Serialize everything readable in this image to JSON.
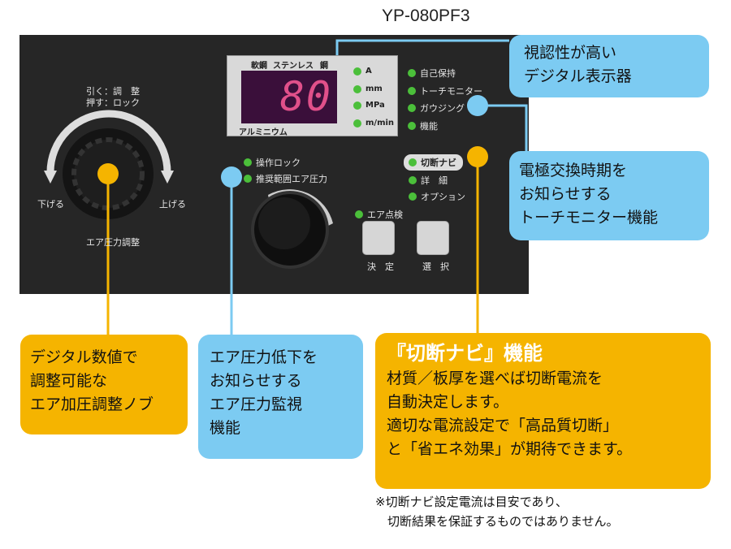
{
  "model": "YP-080PF3",
  "panel": {
    "knob_top": [
      "引く：調　整",
      "押す：ロック"
    ],
    "knob_down": "下げる",
    "knob_up": "上げる",
    "knob_label": "エア圧力調整",
    "display": {
      "materials_top": [
        "軟鋼",
        "ステンレス",
        "鋼"
      ],
      "material_bottom": "アルミニウム",
      "value": "80",
      "units": [
        "A",
        "mm",
        "MPa",
        "m/min"
      ]
    },
    "modes": [
      "自己保持",
      "トーチモニター",
      "ガウジング",
      "機能"
    ],
    "lock_leds": [
      "操作ロック",
      "推奨範囲エア圧力"
    ],
    "navi_leds": [
      "切断ナビ",
      "詳　細",
      "オプション"
    ],
    "air_check": "エア点検",
    "buttons": [
      "決　定",
      "選　択"
    ]
  },
  "callouts": {
    "display": [
      "視認性が高い",
      "デジタル表示器"
    ],
    "torch": [
      "電極交換時期を",
      "お知らせする",
      "トーチモニター機能"
    ],
    "knob": [
      "デジタル数値で",
      "調整可能な",
      "エア加圧調整ノブ"
    ],
    "pressure": [
      "エア圧力低下を",
      "お知らせする",
      "エア圧力監視",
      "機能"
    ],
    "navi_title": "『切断ナビ』機能",
    "navi": [
      "材質／板厚を選べば切断電流を",
      "自動決定します。",
      "適切な電流設定で「高品質切断」",
      "と「省エネ効果」が期待できます。"
    ]
  },
  "note": [
    "※切断ナビ設定電流は目安であり、",
    "　切断結果を保証するものではありません。"
  ],
  "colors": {
    "blue": "#7ccbf2",
    "yellow": "#f5b400",
    "led": "#4bbf3a"
  }
}
